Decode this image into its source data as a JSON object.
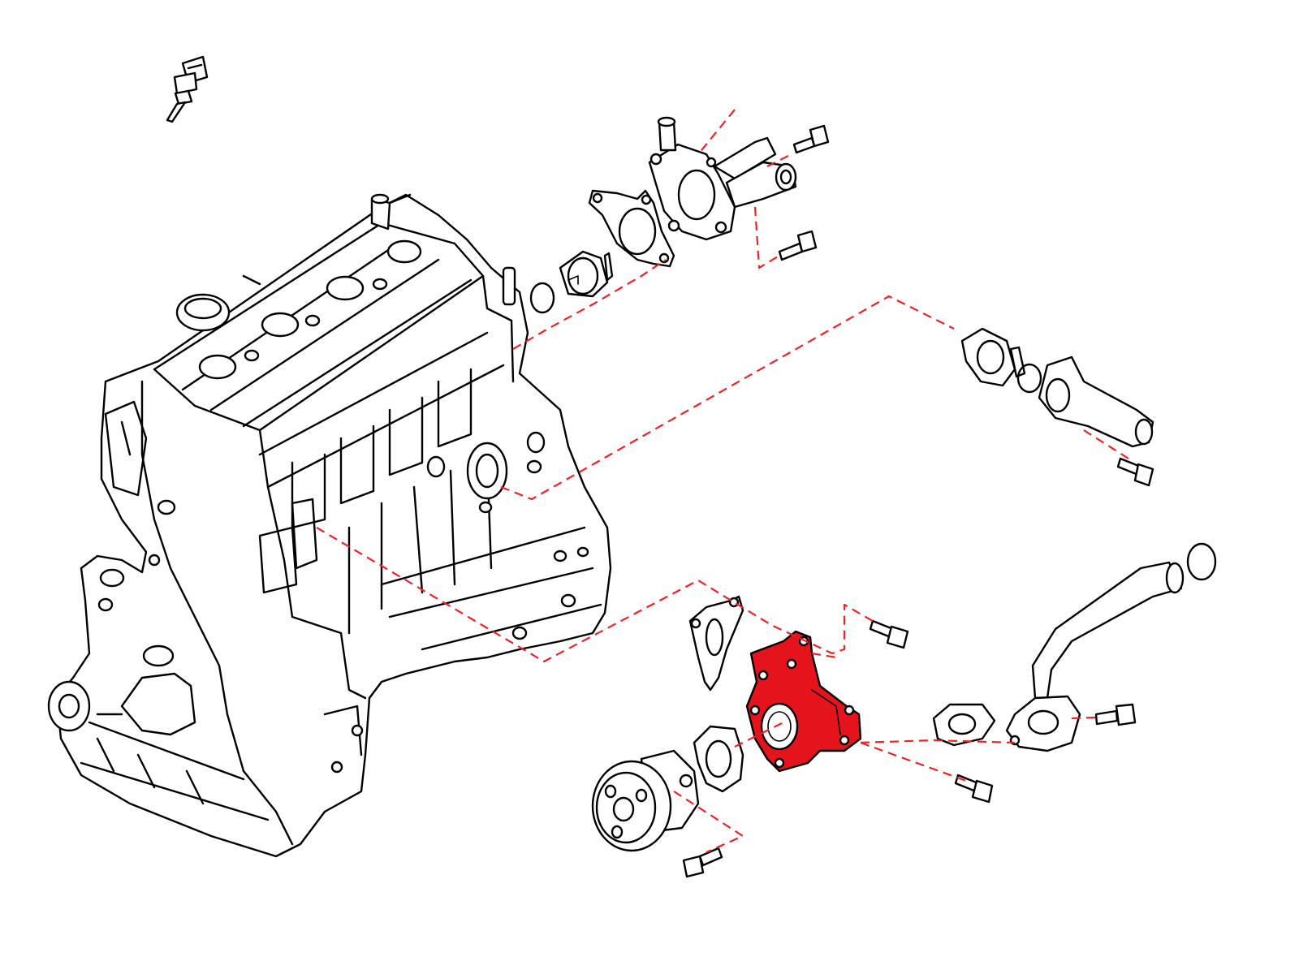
{
  "diagram": {
    "colors": {
      "line": "#000000",
      "leader": "#e5252a",
      "highlight": "#e5141c",
      "background": "#ffffff"
    },
    "highlighted_part": "water-pump-housing",
    "parts": [
      "engine-block",
      "coolant-temperature-sensor",
      "thermostat-housing",
      "thermostat-gasket",
      "thermostat",
      "o-ring",
      "bolt",
      "coolant-outlet-pipe",
      "water-pump-pulley",
      "water-pump",
      "water-pump-gasket",
      "water-pump-housing",
      "bracket-gasket",
      "pipe-gasket",
      "water-inlet-pipe"
    ]
  }
}
